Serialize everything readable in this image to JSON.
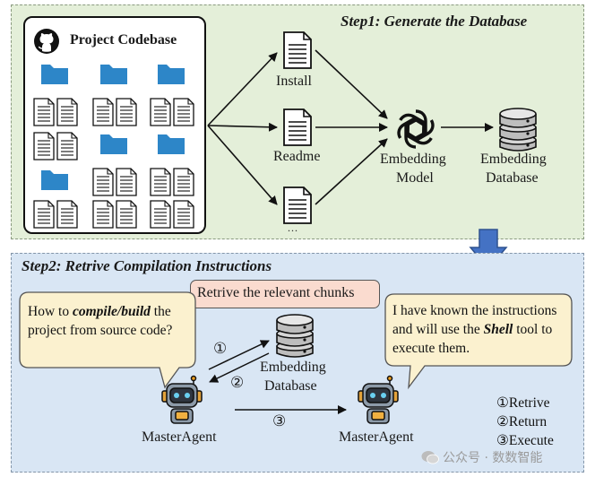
{
  "step1": {
    "title": "Step1: Generate the Database",
    "codebase_title": "Project Codebase",
    "docs": {
      "install": "Install",
      "readme": "Readme",
      "more": "..."
    },
    "embedding_model": {
      "line1": "Embedding",
      "line2": "Model"
    },
    "embedding_database": {
      "line1": "Embedding",
      "line2": "Database"
    }
  },
  "step2": {
    "title": "Step2: Retrive Compilation Instructions",
    "chunk_label": "Retrive the relevant chunks",
    "question": {
      "pre": "How to ",
      "em": "compile/build",
      "rest": " the project from source code?"
    },
    "answer": {
      "pre": "I have known the instructions and will use the ",
      "em": "Shell",
      "rest": " tool to execute them."
    },
    "embedding_database": {
      "line1": "Embedding",
      "line2": "Database"
    },
    "agent_left": "MasterAgent",
    "agent_right": "MasterAgent",
    "arrow_marks": {
      "one": "①",
      "two": "②",
      "three": "③"
    },
    "legend": [
      {
        "mark": "①",
        "label": "Retrive"
      },
      {
        "mark": "②",
        "label": "Return"
      },
      {
        "mark": "③",
        "label": "Execute"
      }
    ]
  },
  "watermark": "公众号 · 数数智能",
  "colors": {
    "step1_bg": "#e4efd9",
    "step2_bg": "#d9e6f4",
    "folder": "#2d86c8",
    "bubble": "#fbf1cf",
    "chunk_box": "#fadbcf",
    "big_arrow": "#4472c4"
  }
}
